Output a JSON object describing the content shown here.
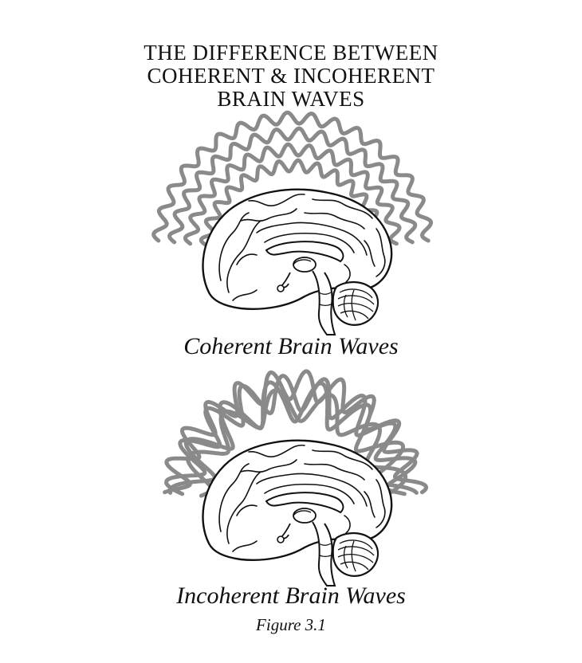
{
  "title": {
    "line1": "THE DIFFERENCE BETWEEN",
    "line2": "COHERENT & INCOHERENT",
    "line3": "BRAIN WAVES"
  },
  "panels": [
    {
      "caption": "Coherent Brain Waves",
      "wave_type": "coherent",
      "illustration": "brain-sagittal-section"
    },
    {
      "caption": "Incoherent Brain Waves",
      "wave_type": "incoherent",
      "illustration": "brain-sagittal-section"
    }
  ],
  "figure_label": "Figure 3.1",
  "colors": {
    "wave": "#8a8a8a",
    "ink": "#111111",
    "background": "#ffffff"
  }
}
